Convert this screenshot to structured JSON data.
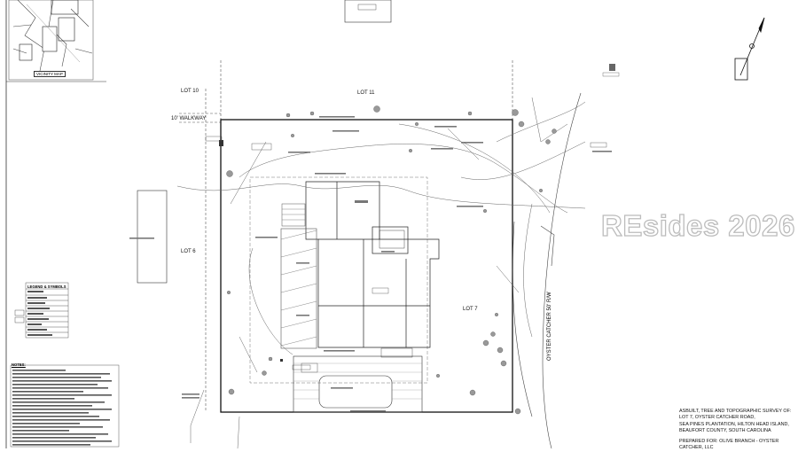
{
  "watermark": "REsides 2026",
  "lots": {
    "lot10": "LOT 10",
    "lot11": "LOT 11",
    "lot6": "LOT 6",
    "lot7": "LOT 7"
  },
  "walkway": "10' WALKWAY",
  "road_label": "OYSTER CATCHER 50' R/W",
  "vicinity_map": "VICINITY MAP",
  "legend_title": "LEGEND & SYMBOLS",
  "notes_title": "NOTES:",
  "title_block": {
    "line1": "ASBUILT, TREE AND TOPOGRAPHIC SURVEY OF:",
    "line2": "LOT 7, OYSTER CATCHER ROAD,",
    "line3": "SEA PINES PLANTATION, HILTON HEAD ISLAND,",
    "line4": "BEAUFORT COUNTY, SOUTH CAROLINA",
    "line5": "PREPARED FOR: OLIVE BRANCH - OYSTER",
    "line6": "CATCHER, LLC"
  }
}
